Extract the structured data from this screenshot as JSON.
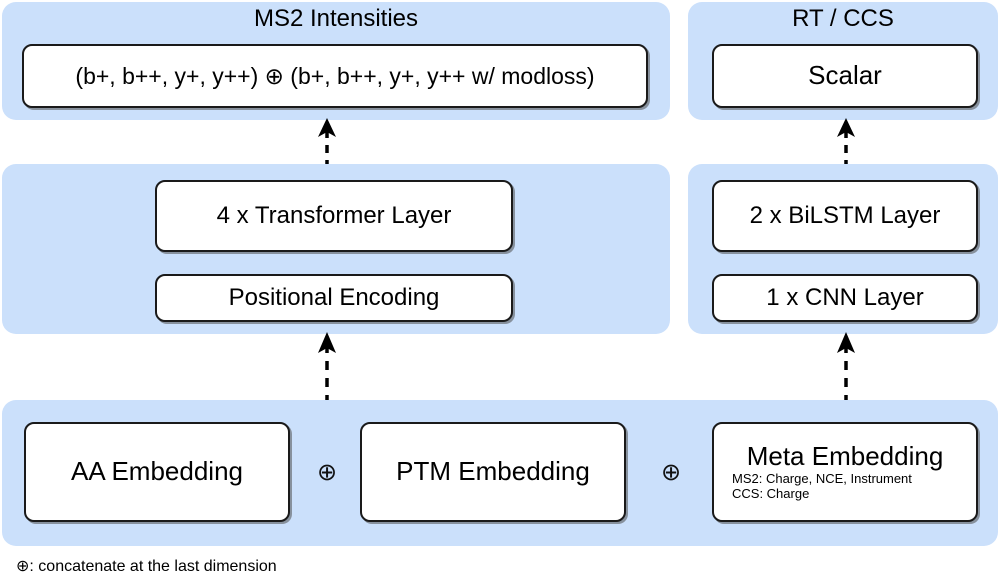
{
  "diagram": {
    "title_ms2": "MS2 Intensities",
    "title_rt": "RT / CCS",
    "legend": "⊕: concatenate at the last dimension",
    "oplus_glyph": "⊕",
    "panel_color": "#cbe0fb",
    "node_border_color": "#1a1a1a",
    "node_fill_color": "#ffffff",
    "background_color": "#ffffff"
  },
  "output_row": {
    "ms2": {
      "caption": "MS2 Intensities",
      "box_label": "(b+, b++, y+, y++) ⊕  (b+, b++, y+, y++ w/ modloss)"
    },
    "rt": {
      "caption": "RT / CCS",
      "box_label": "Scalar"
    }
  },
  "encoder_row": {
    "ms2": {
      "top_box": "4 x Transformer Layer",
      "bottom_box": "Positional Encoding"
    },
    "rt": {
      "top_box": "2 x BiLSTM Layer",
      "bottom_box": "1 x CNN Layer"
    }
  },
  "embedding_row": {
    "aa": {
      "label": "AA Embedding"
    },
    "ptm": {
      "label": "PTM Embedding"
    },
    "meta": {
      "label": "Meta Embedding",
      "line_ms2": "MS2: Charge, NCE, Instrument",
      "line_ccs": "CCS: Charge"
    },
    "operator_1": "⊕",
    "operator_2": "⊕"
  },
  "arrows": [
    {
      "name": "embedding-to-transformer"
    },
    {
      "name": "transformer-to-ms2-output"
    },
    {
      "name": "embedding-to-cnn"
    },
    {
      "name": "bilstm-to-rt-output"
    }
  ]
}
